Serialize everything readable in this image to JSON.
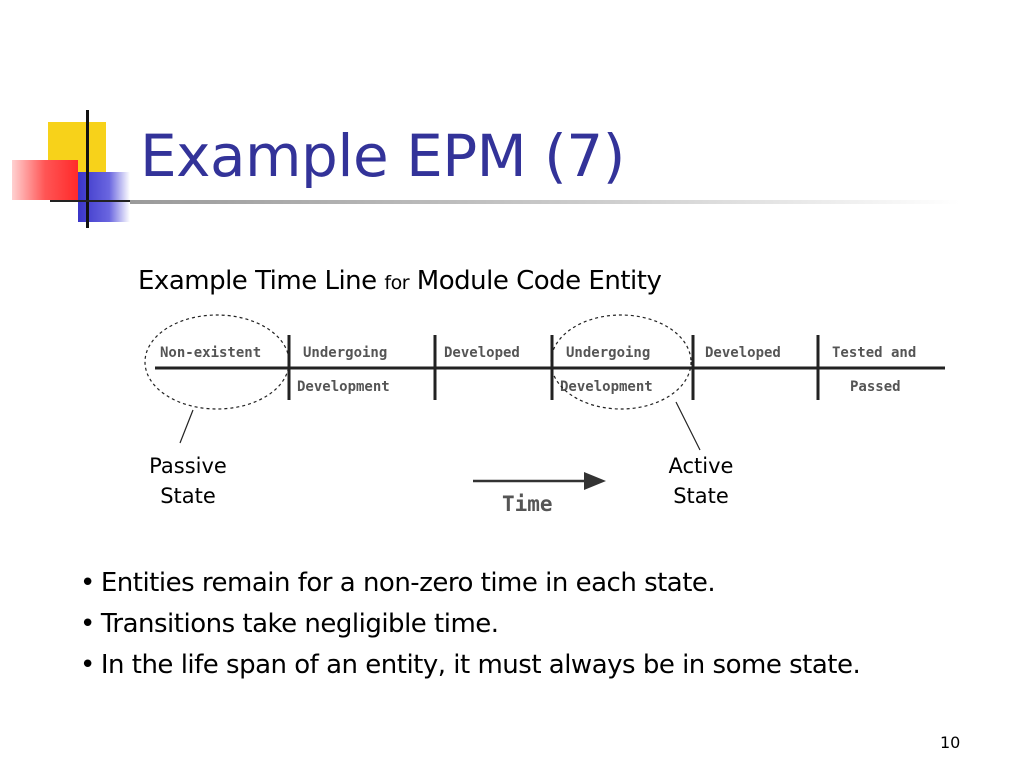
{
  "slide": {
    "title": "Example EPM (7)",
    "subtitle_part1": "Example Time Line",
    "subtitle_part2": "for",
    "subtitle_part3": "Module Code Entity",
    "page_number": "10"
  },
  "timeline": {
    "segments": [
      {
        "line1": "Non-existent",
        "line2": ""
      },
      {
        "line1": "Undergoing",
        "line2": "Development"
      },
      {
        "line1": "Developed",
        "line2": ""
      },
      {
        "line1": "Undergoing",
        "line2": "Development"
      },
      {
        "line1": "Developed",
        "line2": ""
      },
      {
        "line1": "Tested and",
        "line2": "Passed"
      }
    ],
    "axis_label": "Time"
  },
  "states": {
    "passive": {
      "line1": "Passive",
      "line2": "State"
    },
    "active": {
      "line1": "Active",
      "line2": "State"
    }
  },
  "bullets": [
    "Entities remain for a non-zero time in each state.",
    "Transitions take negligible time.",
    "In the life span of an entity, it must always be in some state."
  ],
  "colors": {
    "title": "#333399",
    "accent_yellow": "#f7d21a",
    "accent_blue": "#3a35c8",
    "accent_red": "#ff2a2a"
  }
}
